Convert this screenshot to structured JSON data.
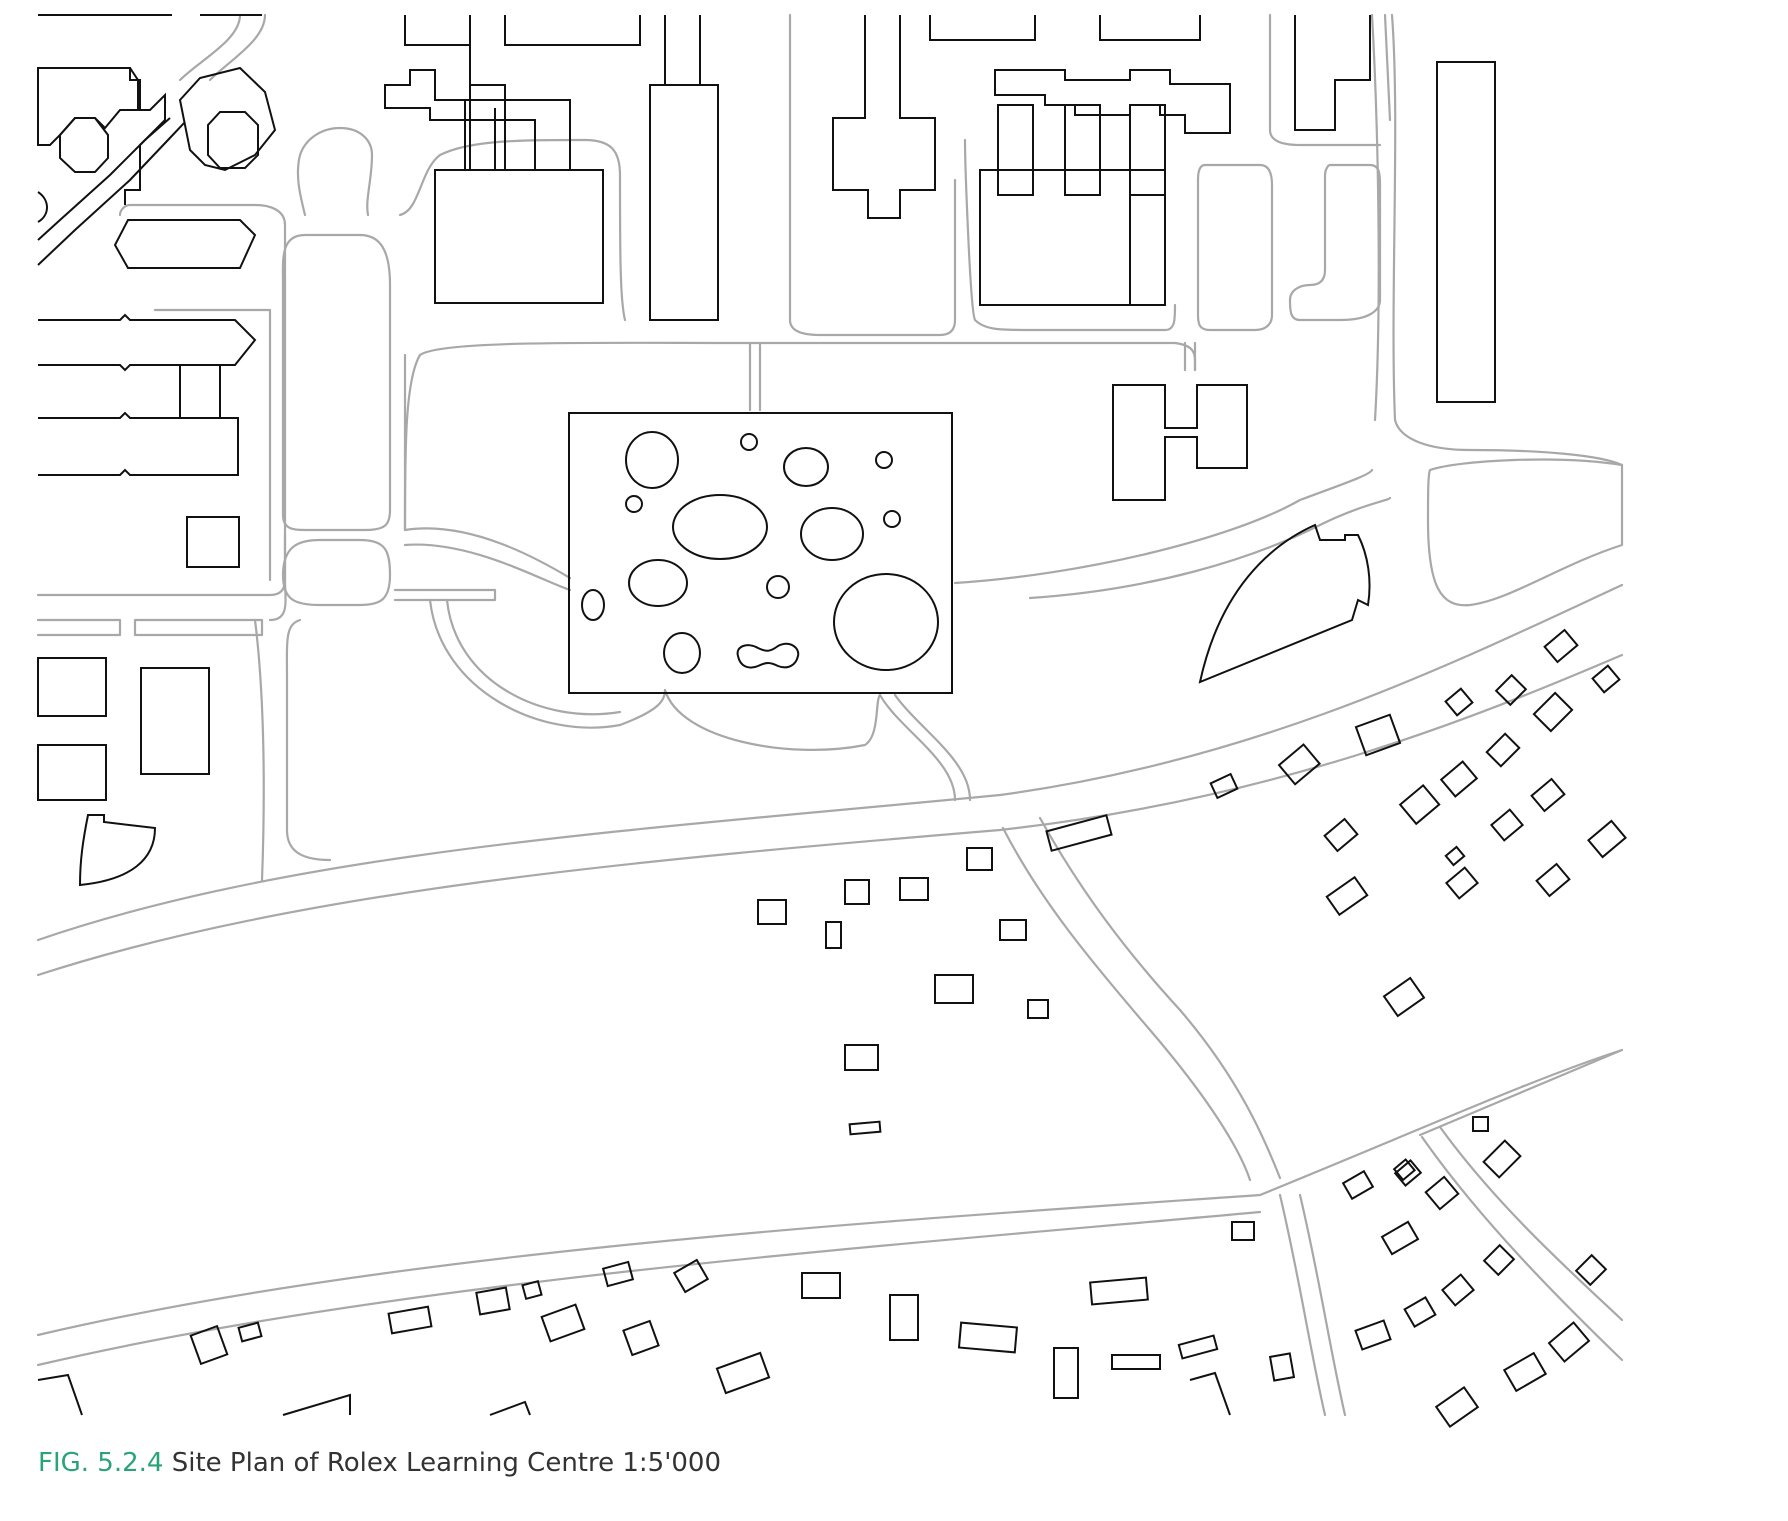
{
  "figure": {
    "number": "FIG. 5.2.4",
    "title": "Site Plan of Rolex Learning Centre 1:5'000",
    "colors": {
      "figure_number": "#2aa37a",
      "title": "#333333",
      "roads": "#a8a8a8",
      "buildings": "#111111"
    }
  },
  "map": {
    "icons": [
      "road-network",
      "building-footprints",
      "learning-centre-courtyards"
    ]
  }
}
